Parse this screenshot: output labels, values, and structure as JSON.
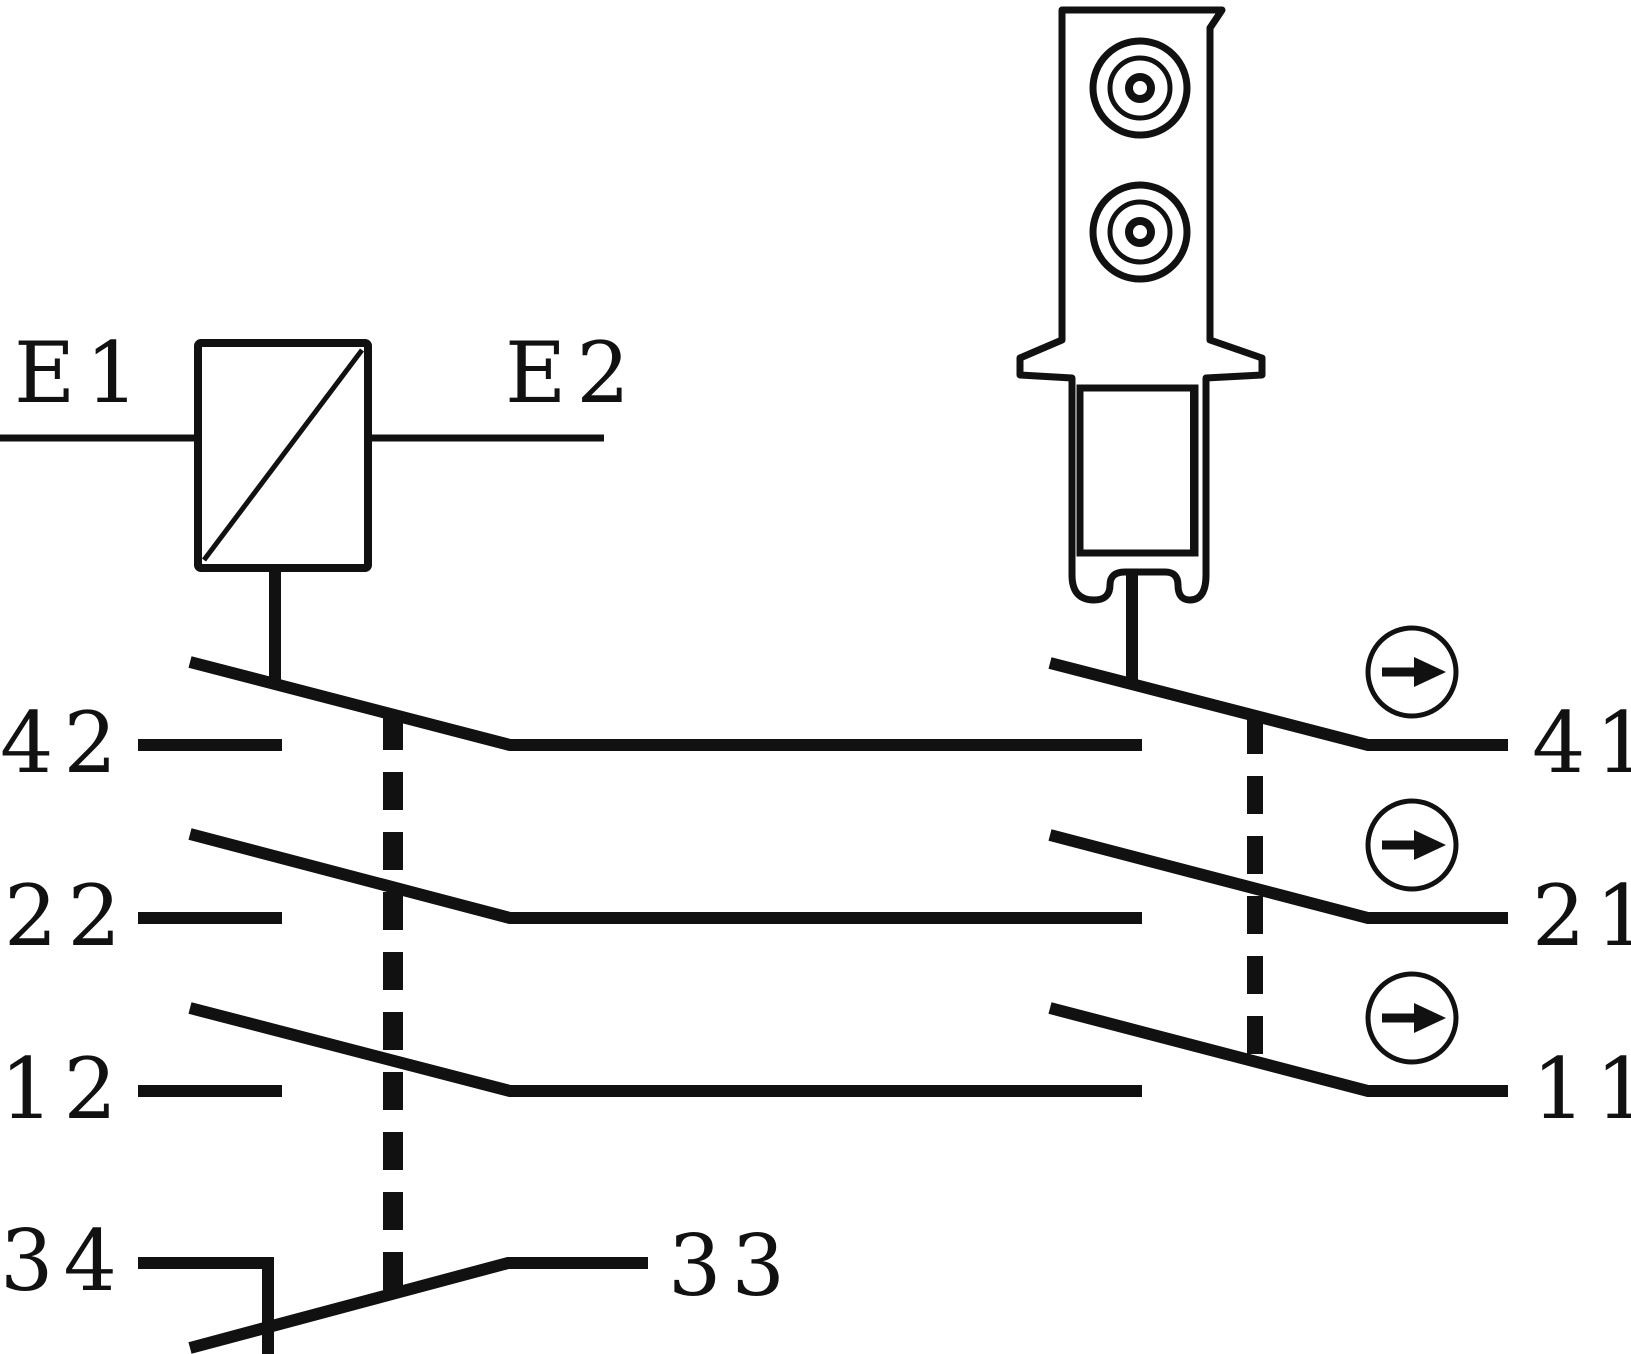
{
  "terminals": {
    "e1": "E1",
    "e2": "E2",
    "t42": "42",
    "t22": "22",
    "t12": "12",
    "t34": "34",
    "t41": "41",
    "t21": "21",
    "t11": "11",
    "t33": "33"
  },
  "icons": {
    "coil": "relay-coil-icon",
    "actuator": "door-actuator-key-icon",
    "positive_opening": "positive-opening-arrow-icon"
  },
  "colors": {
    "line": "#111111",
    "background": "#ffffff"
  }
}
